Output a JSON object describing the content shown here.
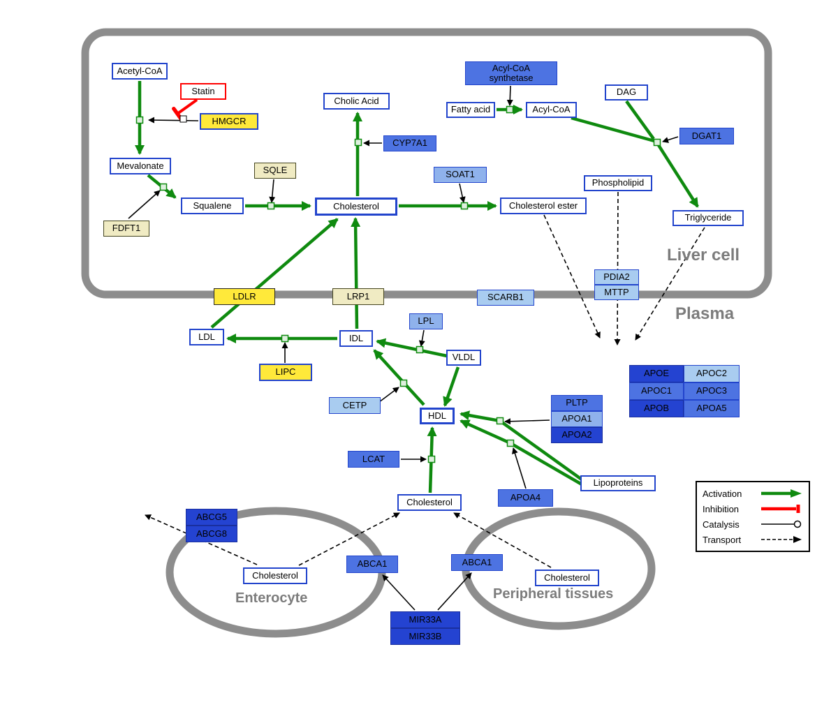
{
  "regions": {
    "liver": "Liver cell",
    "plasma": "Plasma",
    "enterocyte": "Enterocyte",
    "peripheral": "Peripheral tissues"
  },
  "nodes": {
    "acetyl_coa": "Acetyl-CoA",
    "statin": "Statin",
    "hmgcr": "HMGCR",
    "mevalonate": "Mevalonate",
    "fdft1": "FDFT1",
    "squalene": "Squalene",
    "sqle": "SQLE",
    "cholesterol_liver": "Cholesterol",
    "cholic_acid": "Cholic Acid",
    "cyp7a1": "CYP7A1",
    "acs": "Acyl-CoA synthetase",
    "fatty_acid": "Fatty acid",
    "acyl_coa": "Acyl-CoA",
    "dag": "DAG",
    "dgat1": "DGAT1",
    "soat1": "SOAT1",
    "cholesterol_ester": "Cholesterol ester",
    "phospholipid": "Phospholipid",
    "triglyceride": "Triglyceride",
    "pdia2": "PDIA2",
    "mttp": "MTTP",
    "ldlr": "LDLR",
    "lrp1": "LRP1",
    "scarb1": "SCARB1",
    "ldl": "LDL",
    "idl": "IDL",
    "lipc": "LIPC",
    "lpl": "LPL",
    "vldl": "VLDL",
    "cetp": "CETP",
    "hdl": "HDL",
    "pltp": "PLTP",
    "apoa1": "APOA1",
    "apoa2": "APOA2",
    "lcat": "LCAT",
    "apoa4": "APOA4",
    "lipoproteins": "Lipoproteins",
    "apoe": "APOE",
    "apoc2": "APOC2",
    "apoc1": "APOC1",
    "apoc3": "APOC3",
    "apob": "APOB",
    "apoa5": "APOA5",
    "cholesterol_plasma": "Cholesterol",
    "abcg5": "ABCG5",
    "abcg8": "ABCG8",
    "cholesterol_enterocyte": "Cholesterol",
    "abca1_enterocyte": "ABCA1",
    "abca1_peripheral": "ABCA1",
    "cholesterol_peripheral": "Cholesterol",
    "mir33a": "MIR33A",
    "mir33b": "MIR33B"
  },
  "legend": {
    "activation": "Activation",
    "inhibition": "Inhibition",
    "catalysis": "Catalysis",
    "transport": "Transport"
  },
  "colors": {
    "activation_green": "#0f8a0f",
    "inhibition_red": "#ff0000",
    "catalysis_black": "#000000",
    "transport_black": "#000000",
    "membrane_gray": "#8d8d8d",
    "node_border_blue": "#2244cc",
    "yellow": "#ffe93a",
    "pale_yellow": "#f0ebc3",
    "blue_light": "#a9ccf0",
    "blue_medium": "#8fb2ec",
    "blue_strong": "#4d73e2",
    "blue_dark": "#2443d1"
  }
}
